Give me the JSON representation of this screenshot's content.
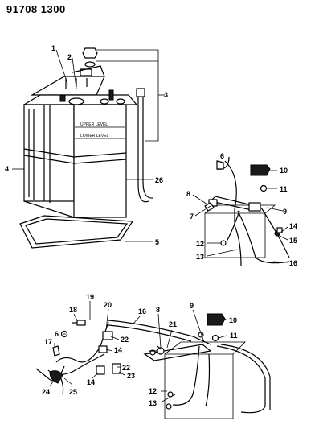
{
  "header": {
    "code": "91708 1300"
  },
  "battery_labels": {
    "upper": "UPPER LEVEL",
    "lower": "LOWER LEVEL"
  },
  "callouts": [
    "1",
    "2",
    "3",
    "4",
    "26",
    "5",
    "6",
    "10",
    "8",
    "11",
    "7",
    "9",
    "14",
    "12",
    "15",
    "13",
    "16",
    "19",
    "20",
    "18",
    "16",
    "8",
    "9",
    "10",
    "21",
    "6",
    "22",
    "11",
    "17",
    "14",
    "14",
    "22",
    "23",
    "13",
    "12",
    "24",
    "25"
  ]
}
